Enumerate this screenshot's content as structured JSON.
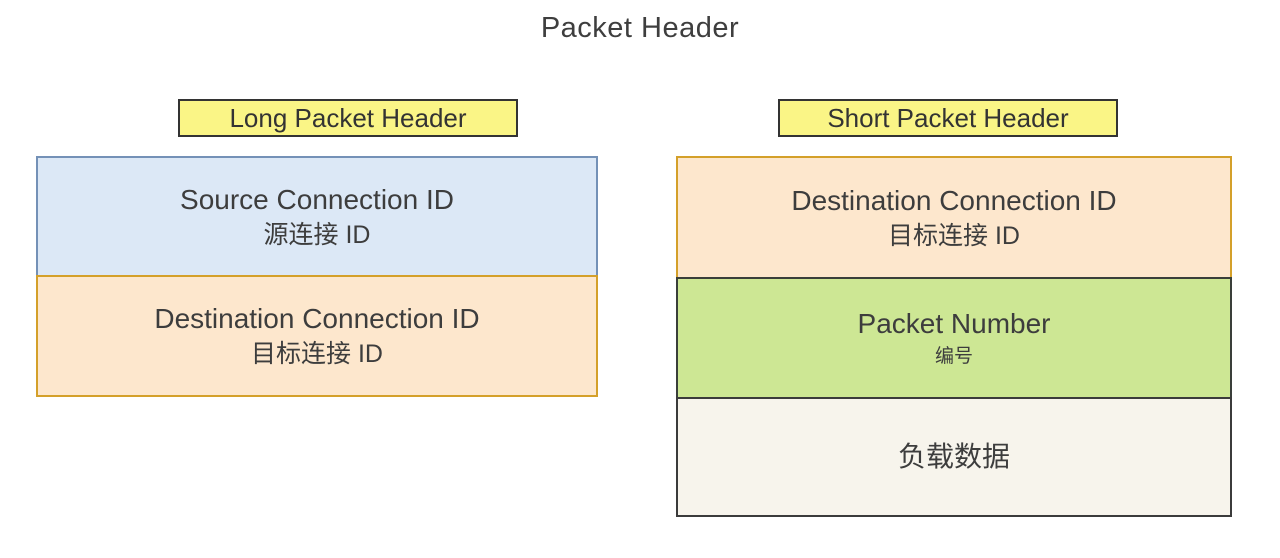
{
  "page": {
    "title": "Packet Header"
  },
  "colors": {
    "background": "#ffffff",
    "text": "#3d3d3d",
    "label_fill": "#faf586",
    "label_border": "#333333",
    "blue_fill": "#dce8f6",
    "blue_border": "#7491b7",
    "peach_fill": "#fde7cd",
    "peach_border": "#d4a02a",
    "green_fill": "#cde794",
    "green_border": "#3a3f3a",
    "cream_fill": "#f7f4ec",
    "cream_border": "#3b3b3b"
  },
  "long_header": {
    "label": "Long Packet Header",
    "rows": [
      {
        "title": "Source Connection ID",
        "subtitle": "源连接 ID",
        "fill": "#dce8f6",
        "border": "#7491b7"
      },
      {
        "title": "Destination Connection ID",
        "subtitle": "目标连接 ID",
        "fill": "#fde7cd",
        "border": "#d4a02a"
      }
    ]
  },
  "short_header": {
    "label": "Short Packet Header",
    "rows": [
      {
        "title": "Destination Connection ID",
        "subtitle": "目标连接 ID",
        "fill": "#fde7cd",
        "border": "#d4a02a"
      },
      {
        "title": "Packet Number",
        "subtitle": "编号",
        "fill": "#cde794",
        "border": "#3a3f3a"
      },
      {
        "title": "负载数据",
        "subtitle": "",
        "fill": "#f7f4ec",
        "border": "#3b3b3b"
      }
    ]
  }
}
